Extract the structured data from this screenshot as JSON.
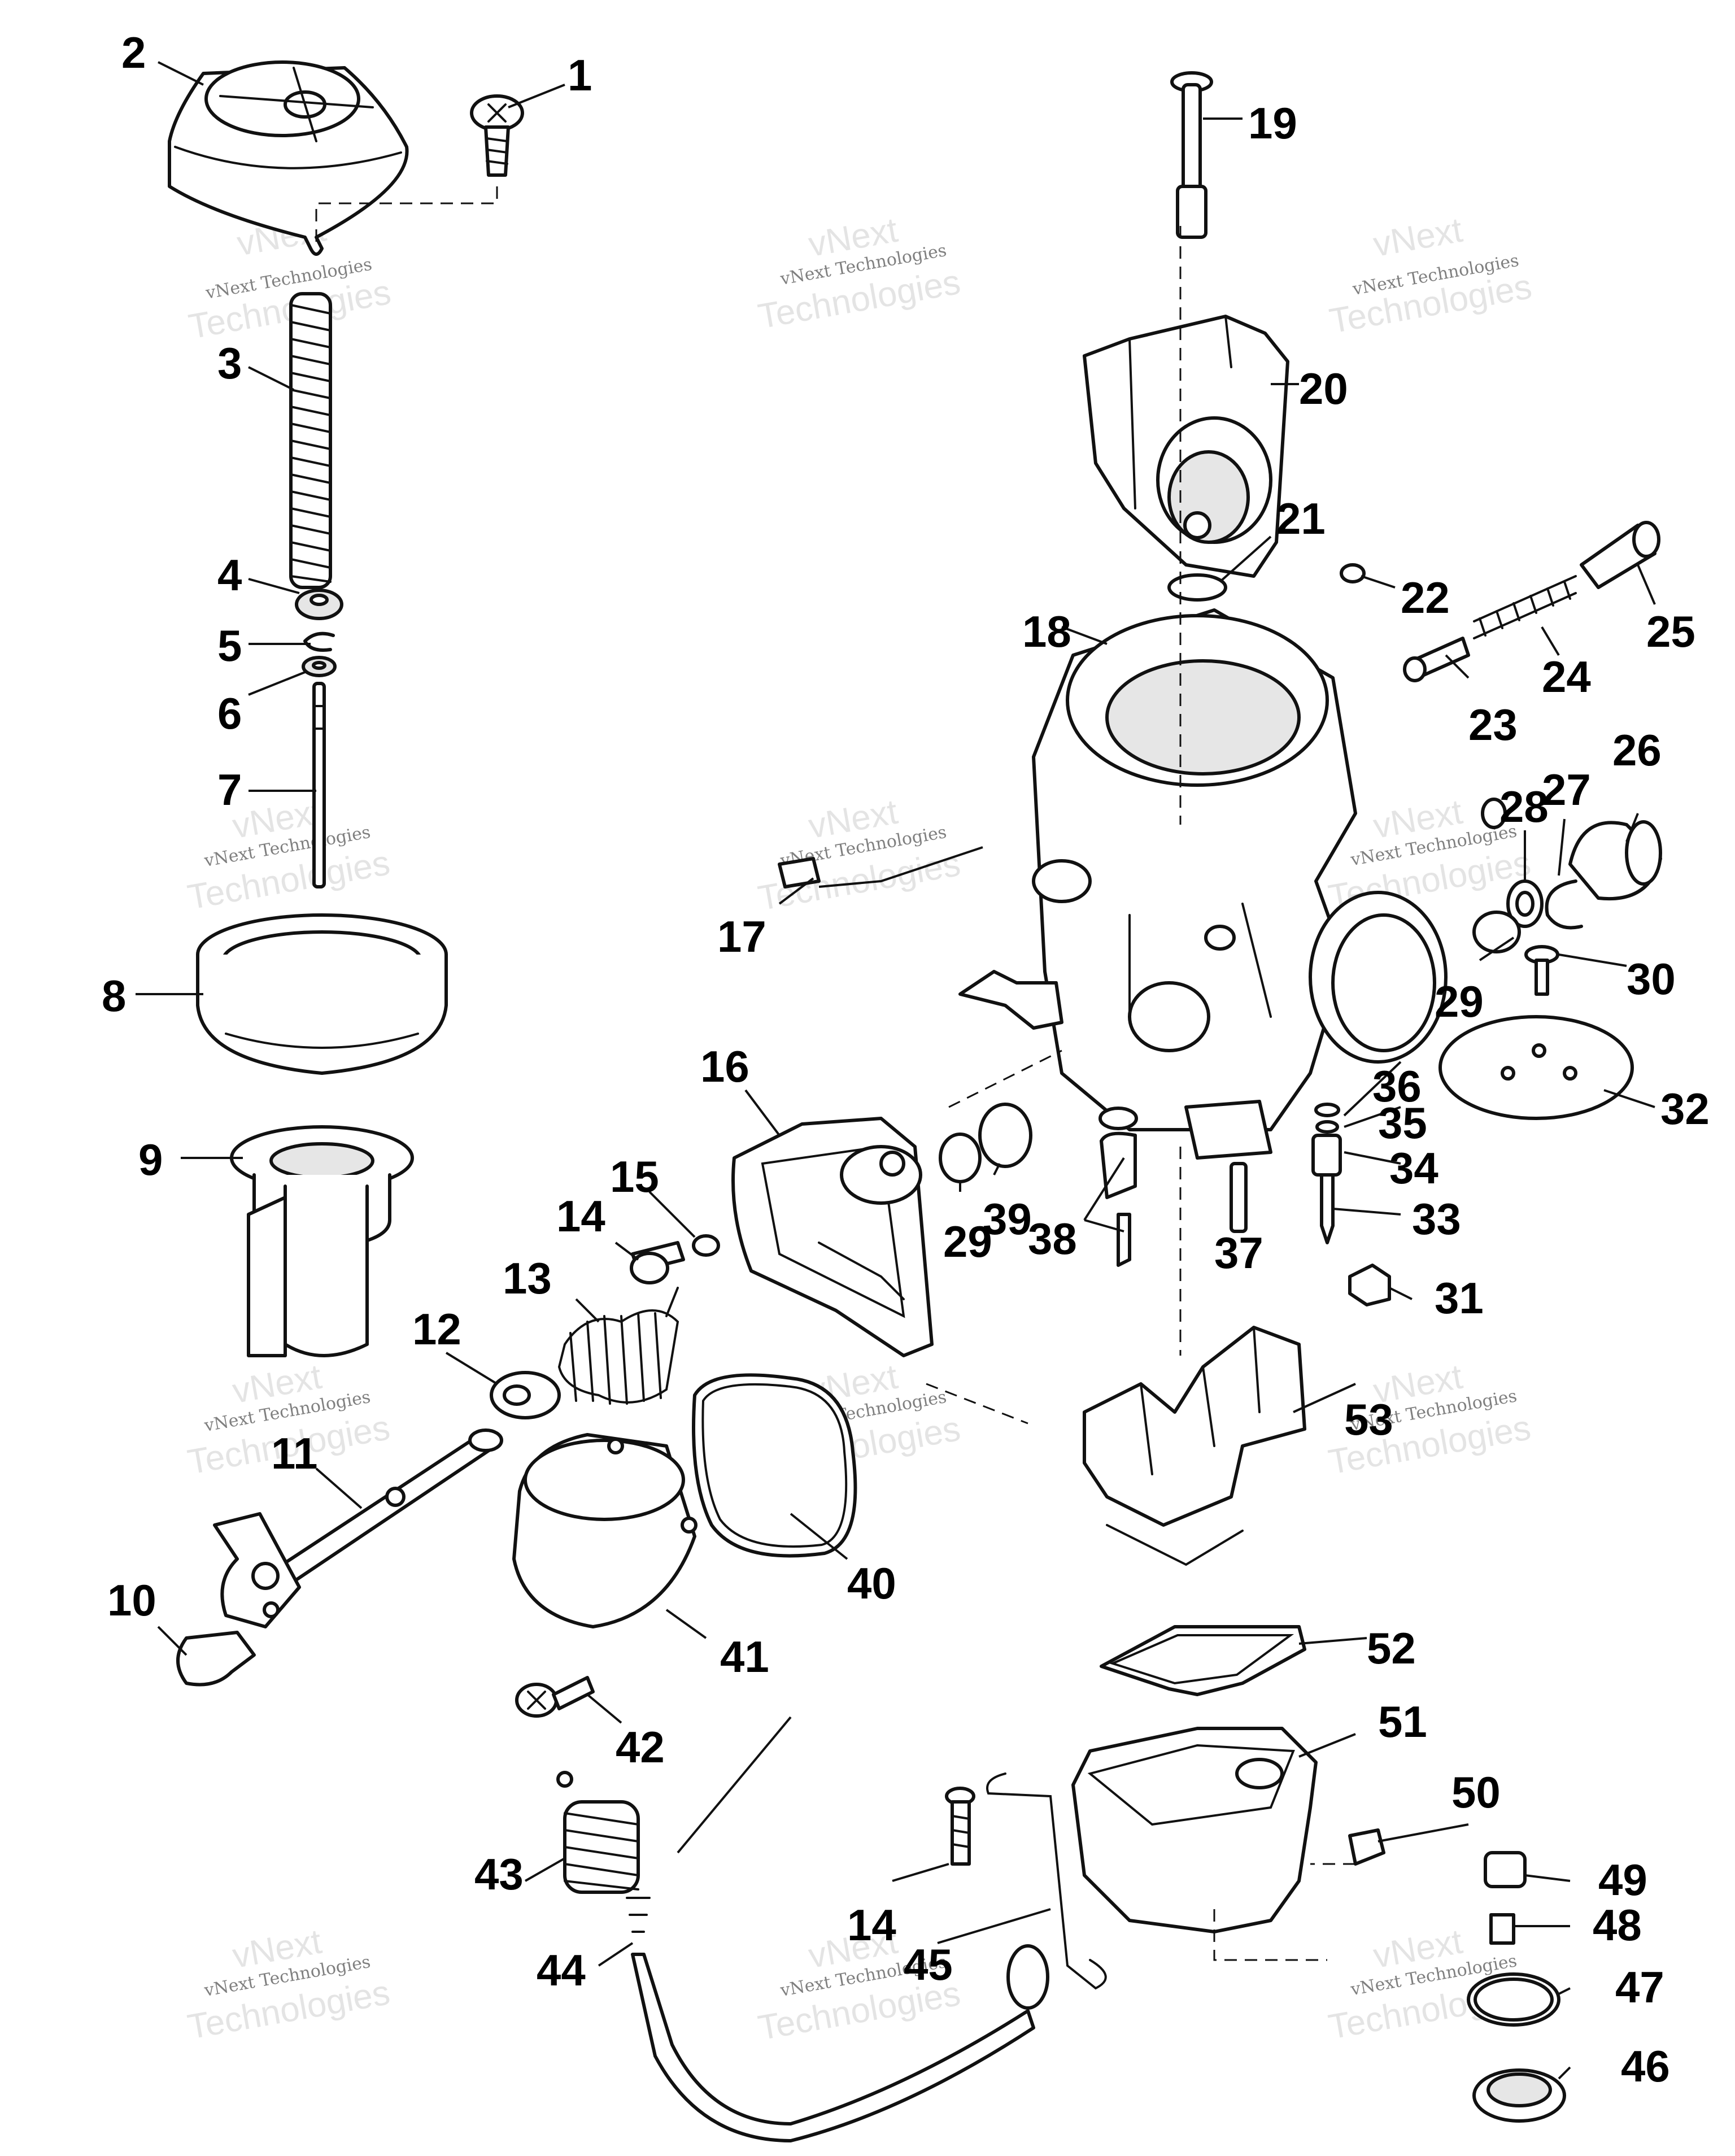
{
  "callouts": [
    "1",
    "2",
    "3",
    "4",
    "5",
    "6",
    "7",
    "8",
    "9",
    "10",
    "11",
    "12",
    "13",
    "14",
    "15",
    "16",
    "17",
    "18",
    "19",
    "20",
    "21",
    "22",
    "23",
    "24",
    "25",
    "26",
    "27",
    "28",
    "29",
    "30",
    "31",
    "32",
    "33",
    "34",
    "35",
    "36",
    "37",
    "38",
    "39",
    "40",
    "41",
    "42",
    "43",
    "44",
    "45",
    "46",
    "47",
    "48",
    "49",
    "50",
    "51",
    "52",
    "53",
    "14",
    "29"
  ],
  "watermark": {
    "line1": "vNext",
    "line2": "vNext Technologies",
    "line3": "Technologies"
  }
}
